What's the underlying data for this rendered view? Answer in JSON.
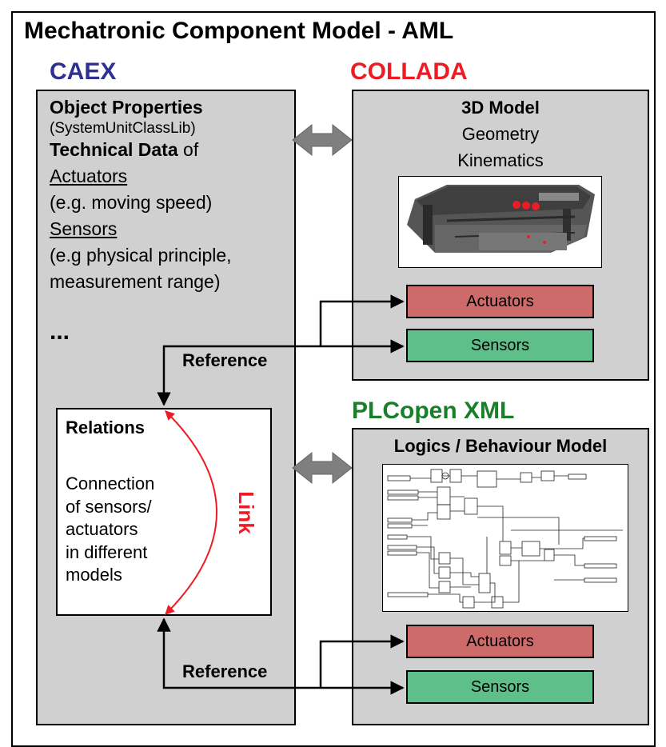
{
  "title": "Mechatronic Component Model - AML",
  "caex": {
    "label": "CAEX",
    "color": "#2e3192",
    "object_properties": "Object Properties",
    "suclib": "(SystemUnitClassLib)",
    "technical_data": "Technical Data",
    "of": " of",
    "actuators": "Actuators",
    "actuators_example": "(e.g. moving speed)",
    "sensors": "Sensors",
    "sensors_example_1": "(e.g physical principle,",
    "sensors_example_2": "measurement range)",
    "ellipsis": "...",
    "relations": {
      "heading": "Relations",
      "lines": [
        "Connection",
        "of sensors/",
        "actuators",
        "in different",
        "models"
      ]
    }
  },
  "collada": {
    "label": "COLLADA",
    "color": "#ed1c24",
    "model_title": "3D Model",
    "geometry": "Geometry",
    "kinematics": "Kinematics",
    "actuators": "Actuators",
    "sensors": "Sensors"
  },
  "plcopen": {
    "label": "PLCopen XML",
    "color": "#1a7f2a",
    "model_title": "Logics / Behaviour Model",
    "actuators": "Actuators",
    "sensors": "Sensors"
  },
  "reference_top": "Reference",
  "reference_bottom": "Reference",
  "link": "Link",
  "colors": {
    "panel": "#d0d0d0",
    "actuator_box": "#cd6b6b",
    "sensor_box": "#5fbf8a",
    "double_arrow": "#7f7f7f",
    "link_arrow": "#ed1c24"
  }
}
